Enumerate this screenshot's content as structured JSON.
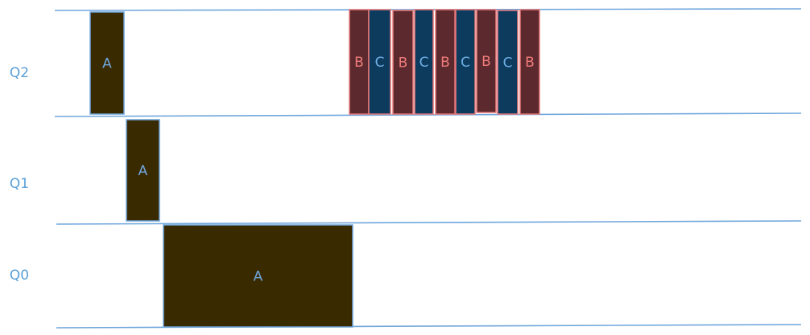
{
  "colors": {
    "line": "#6fa6dc",
    "lane_label": "#5aa0d8",
    "job_a_fill": "#3a2a00",
    "job_a_stroke": "#6fa6dc",
    "job_a_text": "#6fa6dc",
    "job_b_fill": "#5c2a2e",
    "job_b_stroke": "#e87878",
    "job_b_text": "#f07b7b",
    "job_c_fill": "#0d3b5e",
    "job_c_stroke": "#e87878",
    "job_c_text": "#6fb0e6"
  },
  "lanes": [
    {
      "id": "q2",
      "label": "Q2"
    },
    {
      "id": "q1",
      "label": "Q1"
    },
    {
      "id": "q0",
      "label": "Q0"
    }
  ],
  "blocks": [
    {
      "lane": "q2",
      "job": "a",
      "label": "A"
    },
    {
      "lane": "q1",
      "job": "a",
      "label": "A"
    },
    {
      "lane": "q0",
      "job": "a",
      "label": "A"
    },
    {
      "lane": "q2",
      "job": "b",
      "label": "B"
    },
    {
      "lane": "q2",
      "job": "c",
      "label": "C"
    },
    {
      "lane": "q2",
      "job": "b",
      "label": "B"
    },
    {
      "lane": "q2",
      "job": "c",
      "label": "C"
    },
    {
      "lane": "q2",
      "job": "b",
      "label": "B"
    },
    {
      "lane": "q2",
      "job": "c",
      "label": "C"
    },
    {
      "lane": "q2",
      "job": "b",
      "label": "B"
    },
    {
      "lane": "q2",
      "job": "c",
      "label": "C"
    },
    {
      "lane": "q2",
      "job": "b",
      "label": "B"
    }
  ]
}
